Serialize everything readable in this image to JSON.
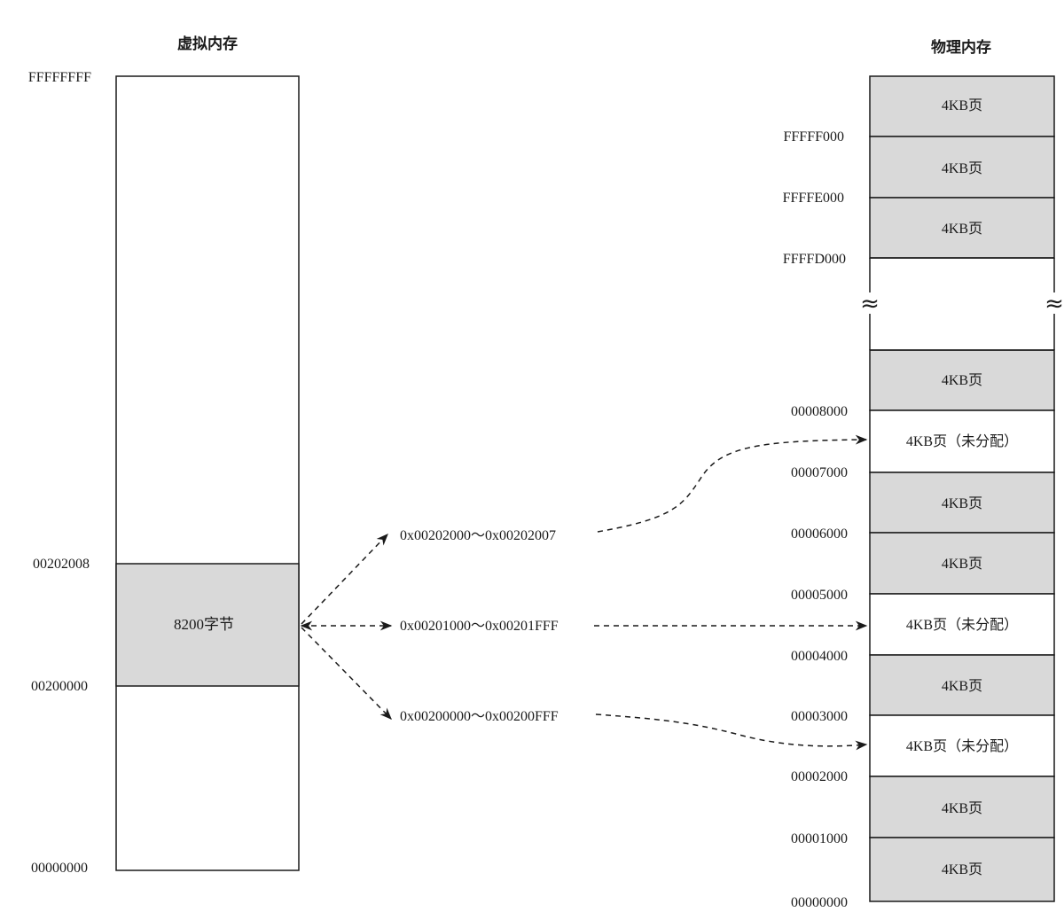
{
  "virtual_memory": {
    "title": "虚拟内存",
    "addr_top": "FFFFFFFF",
    "addr_seg_top": "00202008",
    "addr_seg_bottom": "00200000",
    "addr_bottom": "00000000",
    "segment_label": "8200字节"
  },
  "physical_memory": {
    "title": "物理内存",
    "break_symbol": "≈",
    "top_pages": [
      {
        "label": "4KB页",
        "allocated": true
      },
      {
        "label": "4KB页",
        "allocated": true
      },
      {
        "label": "4KB页",
        "allocated": true
      }
    ],
    "top_addresses": [
      "FFFFF000",
      "FFFFE000",
      "FFFFD000"
    ],
    "bottom_pages": [
      {
        "label": "4KB页",
        "allocated": true
      },
      {
        "label": "4KB页（未分配）",
        "allocated": false
      },
      {
        "label": "4KB页",
        "allocated": true
      },
      {
        "label": "4KB页",
        "allocated": true
      },
      {
        "label": "4KB页（未分配）",
        "allocated": false
      },
      {
        "label": "4KB页",
        "allocated": true
      },
      {
        "label": "4KB页（未分配）",
        "allocated": false
      },
      {
        "label": "4KB页",
        "allocated": true
      },
      {
        "label": "4KB页",
        "allocated": true
      }
    ],
    "bottom_addresses": [
      "00008000",
      "00007000",
      "00006000",
      "00005000",
      "00004000",
      "00003000",
      "00002000",
      "00001000",
      "00000000"
    ]
  },
  "mappings": [
    {
      "range": "0x00202000～0x00202007"
    },
    {
      "range": "0x00201000～0x00201FFF"
    },
    {
      "range": "0x00200000～0x00200FFF"
    }
  ],
  "colors": {
    "allocated_fill": "#d9d9d9",
    "unallocated_fill": "#ffffff",
    "segment_fill": "#d9d9d9",
    "line": "#1a1a1a"
  }
}
